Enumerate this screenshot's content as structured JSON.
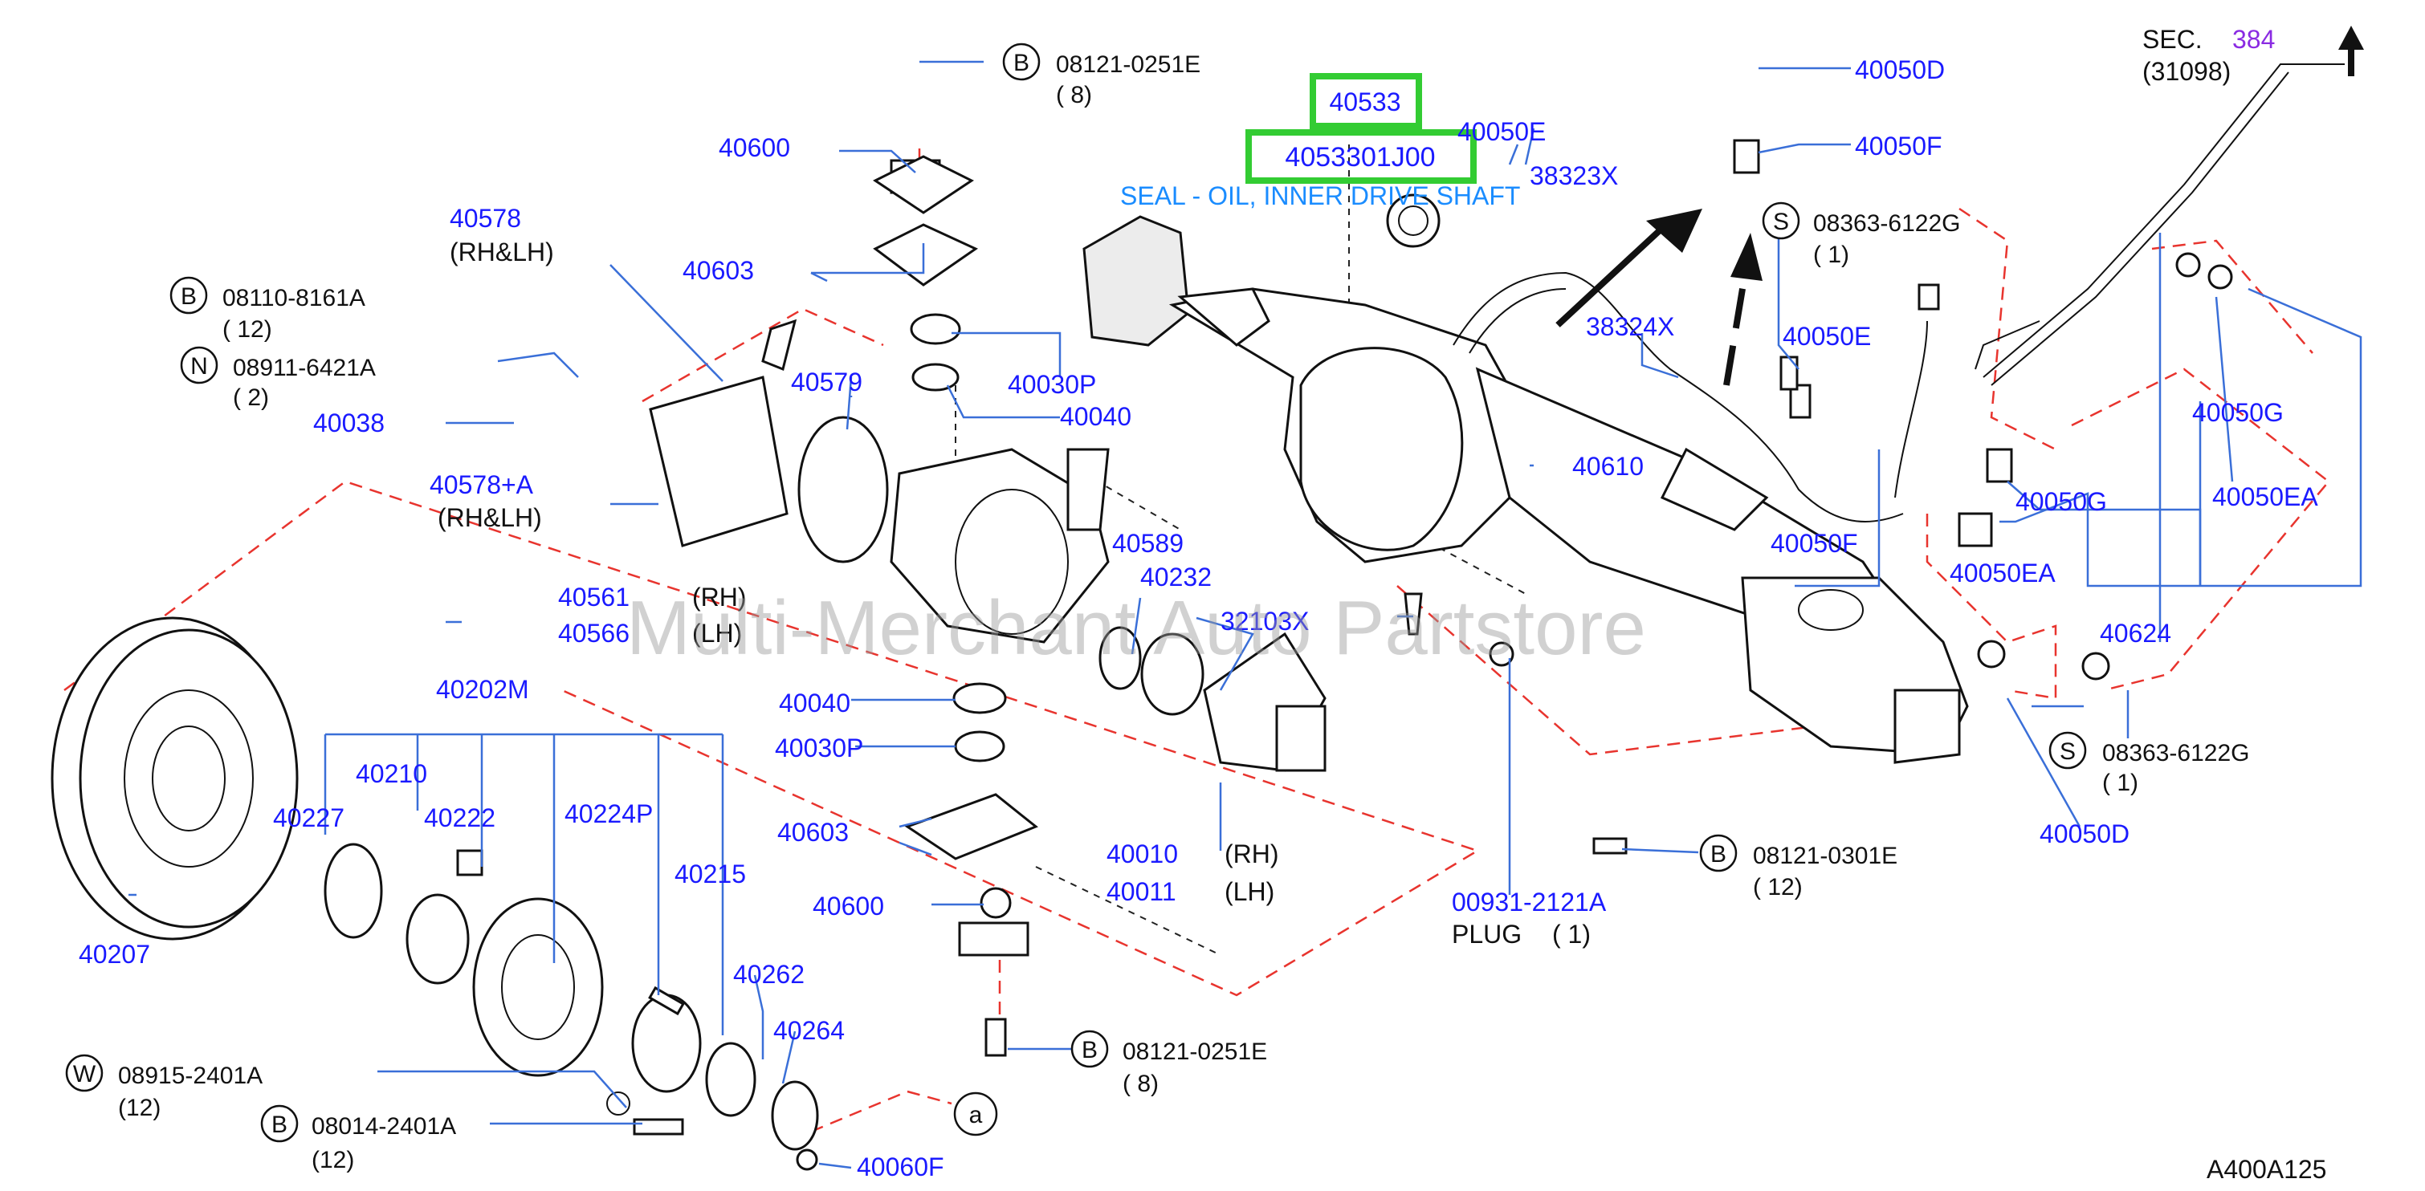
{
  "diagram_code": "A400A125",
  "watermark": "Multi-Merchant Auto Partstore",
  "highlight": {
    "part_number": "40533",
    "oem_code": "4053301J00",
    "description": "SEAL - OIL, INNER DRIVE SHAFT",
    "color": "#33cc33"
  },
  "section_ref": {
    "prefix": "SEC.",
    "number": "384",
    "sub": "(31098)",
    "number_color": "#8a2be2"
  },
  "colors": {
    "label": "#1a1aff",
    "leader": "#3a6fd8",
    "boundary": "#e8342e",
    "text": "#111111"
  },
  "labels": {
    "p40600_top": "40600",
    "p40578": "40578",
    "p40578_note": "(RH&LH)",
    "p40603_top": "40603",
    "p40579": "40579",
    "p40030p_top": "40030P",
    "p40040_top": "40040",
    "p40038": "40038",
    "p40578a": "40578+A",
    "p40578a_note": "(RH&LH)",
    "p40561": "40561",
    "p40561_note": "(RH)",
    "p40566": "40566",
    "p40566_note": "(LH)",
    "p40589": "40589",
    "p40232": "40232",
    "p32103x": "32103X",
    "p40040_bot": "40040",
    "p40030p_bot": "40030P",
    "p40202m": "40202M",
    "p40210": "40210",
    "p40227": "40227",
    "p40222": "40222",
    "p40224p": "40224P",
    "p40215": "40215",
    "p40603_bot": "40603",
    "p40010": "40010",
    "p40010_note": "(RH)",
    "p40011": "40011",
    "p40011_note": "(LH)",
    "p40600_bot": "40600",
    "p40207": "40207",
    "p40262": "40262",
    "p40264": "40264",
    "p40060f": "40060F",
    "p40050e_top": "40050E",
    "p38323x": "38323X",
    "p38324x": "38324X",
    "p40610": "40610",
    "p40050d_top": "40050D",
    "p40050f_top": "40050F",
    "p40050e_mid": "40050E",
    "p40050f_mid": "40050F",
    "p40050g_a": "40050G",
    "p40050g_b": "40050G",
    "p40050ea_a": "40050EA",
    "p40050ea_b": "40050EA",
    "p40624": "40624",
    "p40050d_bot": "40050D",
    "p00931": "00931-2121A",
    "p00931_note": "PLUG",
    "p00931_qty": "( 1)"
  },
  "callouts": [
    {
      "key": "b_08121_0251e_top",
      "symbol": "B",
      "part": "08121-0251E",
      "qty": "( 8)"
    },
    {
      "key": "b_08110_8161a",
      "symbol": "B",
      "part": "08110-8161A",
      "qty": "( 12)"
    },
    {
      "key": "n_08911_6421a",
      "symbol": "N",
      "part": "08911-6421A",
      "qty": "( 2)"
    },
    {
      "key": "s_08363_6122g_top",
      "symbol": "S",
      "part": "08363-6122G",
      "qty": "( 1)"
    },
    {
      "key": "s_08363_6122g_bot",
      "symbol": "S",
      "part": "08363-6122G",
      "qty": "( 1)"
    },
    {
      "key": "b_08121_0301e",
      "symbol": "B",
      "part": "08121-0301E",
      "qty": "( 12)"
    },
    {
      "key": "b_08121_0251e_bot",
      "symbol": "B",
      "part": "08121-0251E",
      "qty": "( 8)"
    },
    {
      "key": "w_08915_2401a",
      "symbol": "W",
      "part": "08915-2401A",
      "qty": "(12)"
    },
    {
      "key": "b_08014_2401a",
      "symbol": "B",
      "part": "08014-2401A",
      "qty": "(12)"
    }
  ],
  "ref_marker": "a"
}
